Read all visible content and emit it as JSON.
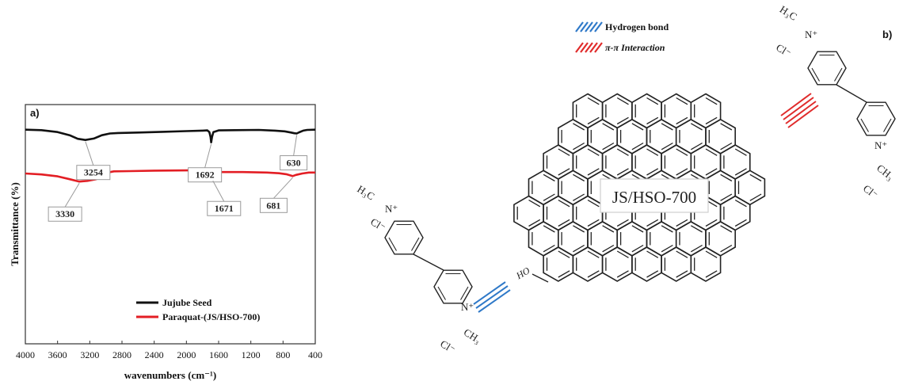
{
  "chart_data": {
    "type": "line",
    "panel_label": "a)",
    "xlabel": "wavenumbers (cm⁻¹)",
    "ylabel": "Transmittance (%)",
    "xlim": [
      4000,
      400
    ],
    "x_reversed": true,
    "x_ticks": [
      4000,
      3600,
      3200,
      2800,
      2400,
      2000,
      1600,
      1200,
      800,
      400
    ],
    "y_ticks_shown": false,
    "grid": false,
    "legend_position": "bottom-right",
    "series": [
      {
        "name": "Jujube Seed",
        "color": "#111111",
        "points": [
          [
            4000,
            0.895
          ],
          [
            3800,
            0.893
          ],
          [
            3600,
            0.885
          ],
          [
            3450,
            0.872
          ],
          [
            3350,
            0.857
          ],
          [
            3254,
            0.852
          ],
          [
            3150,
            0.858
          ],
          [
            3050,
            0.872
          ],
          [
            2950,
            0.879
          ],
          [
            2850,
            0.881
          ],
          [
            2600,
            0.883
          ],
          [
            2300,
            0.886
          ],
          [
            2000,
            0.889
          ],
          [
            1800,
            0.891
          ],
          [
            1740,
            0.892
          ],
          [
            1715,
            0.885
          ],
          [
            1700,
            0.865
          ],
          [
            1692,
            0.842
          ],
          [
            1682,
            0.865
          ],
          [
            1665,
            0.885
          ],
          [
            1600,
            0.892
          ],
          [
            1400,
            0.893
          ],
          [
            1100,
            0.894
          ],
          [
            900,
            0.891
          ],
          [
            780,
            0.888
          ],
          [
            700,
            0.883
          ],
          [
            660,
            0.88
          ],
          [
            630,
            0.879
          ],
          [
            600,
            0.884
          ],
          [
            550,
            0.891
          ],
          [
            500,
            0.894
          ],
          [
            400,
            0.895
          ]
        ]
      },
      {
        "name": "Paraquat-(JS/HSO-700)",
        "color": "#e31e24",
        "points": [
          [
            4000,
            0.712
          ],
          [
            3800,
            0.708
          ],
          [
            3600,
            0.7
          ],
          [
            3450,
            0.688
          ],
          [
            3330,
            0.678
          ],
          [
            3230,
            0.681
          ],
          [
            3120,
            0.688
          ],
          [
            3050,
            0.705
          ],
          [
            2980,
            0.716
          ],
          [
            2900,
            0.721
          ],
          [
            2700,
            0.722
          ],
          [
            2400,
            0.724
          ],
          [
            2000,
            0.725
          ],
          [
            1800,
            0.725
          ],
          [
            1700,
            0.722
          ],
          [
            1680,
            0.714
          ],
          [
            1671,
            0.688
          ],
          [
            1660,
            0.709
          ],
          [
            1640,
            0.716
          ],
          [
            1600,
            0.718
          ],
          [
            1300,
            0.718
          ],
          [
            1000,
            0.716
          ],
          [
            850,
            0.713
          ],
          [
            760,
            0.709
          ],
          [
            710,
            0.704
          ],
          [
            681,
            0.701
          ],
          [
            640,
            0.706
          ],
          [
            560,
            0.712
          ],
          [
            480,
            0.716
          ],
          [
            400,
            0.716
          ]
        ]
      }
    ],
    "annotations": [
      {
        "label": "3254",
        "series": 0,
        "x": 3254
      },
      {
        "label": "1692",
        "series": 0,
        "x": 1692
      },
      {
        "label": "630",
        "series": 0,
        "x": 630
      },
      {
        "label": "3330",
        "series": 1,
        "x": 3330
      },
      {
        "label": "1671",
        "series": 1,
        "x": 1671
      },
      {
        "label": "681",
        "series": 1,
        "x": 681
      }
    ]
  },
  "diagram": {
    "panel_label": "b)",
    "legend": {
      "hydrogen_bond": "Hydrogen bond",
      "hydrogen_bond_color": "#2f79c8",
      "pi_interaction": "π-π Interaction",
      "pi_interaction_color": "#e02b2b"
    },
    "center_label": "JS/HSO-700",
    "hydroxyl_label": "HO",
    "molecule_left": {
      "methyl_top": "H₃C",
      "n_plus": "N⁺",
      "chloride_top": "Cl⁻",
      "n_plus_bottom": "N⁺",
      "methyl_bottom": "CH₃",
      "chloride_bottom": "Cl⁻"
    },
    "molecule_right": {
      "methyl_top": "H₃C",
      "n_plus": "N⁺",
      "chloride_top": "Cl⁻",
      "n_plus_bottom": "N⁺",
      "methyl_bottom": "CH₃",
      "chloride_bottom": "Cl⁻"
    }
  }
}
